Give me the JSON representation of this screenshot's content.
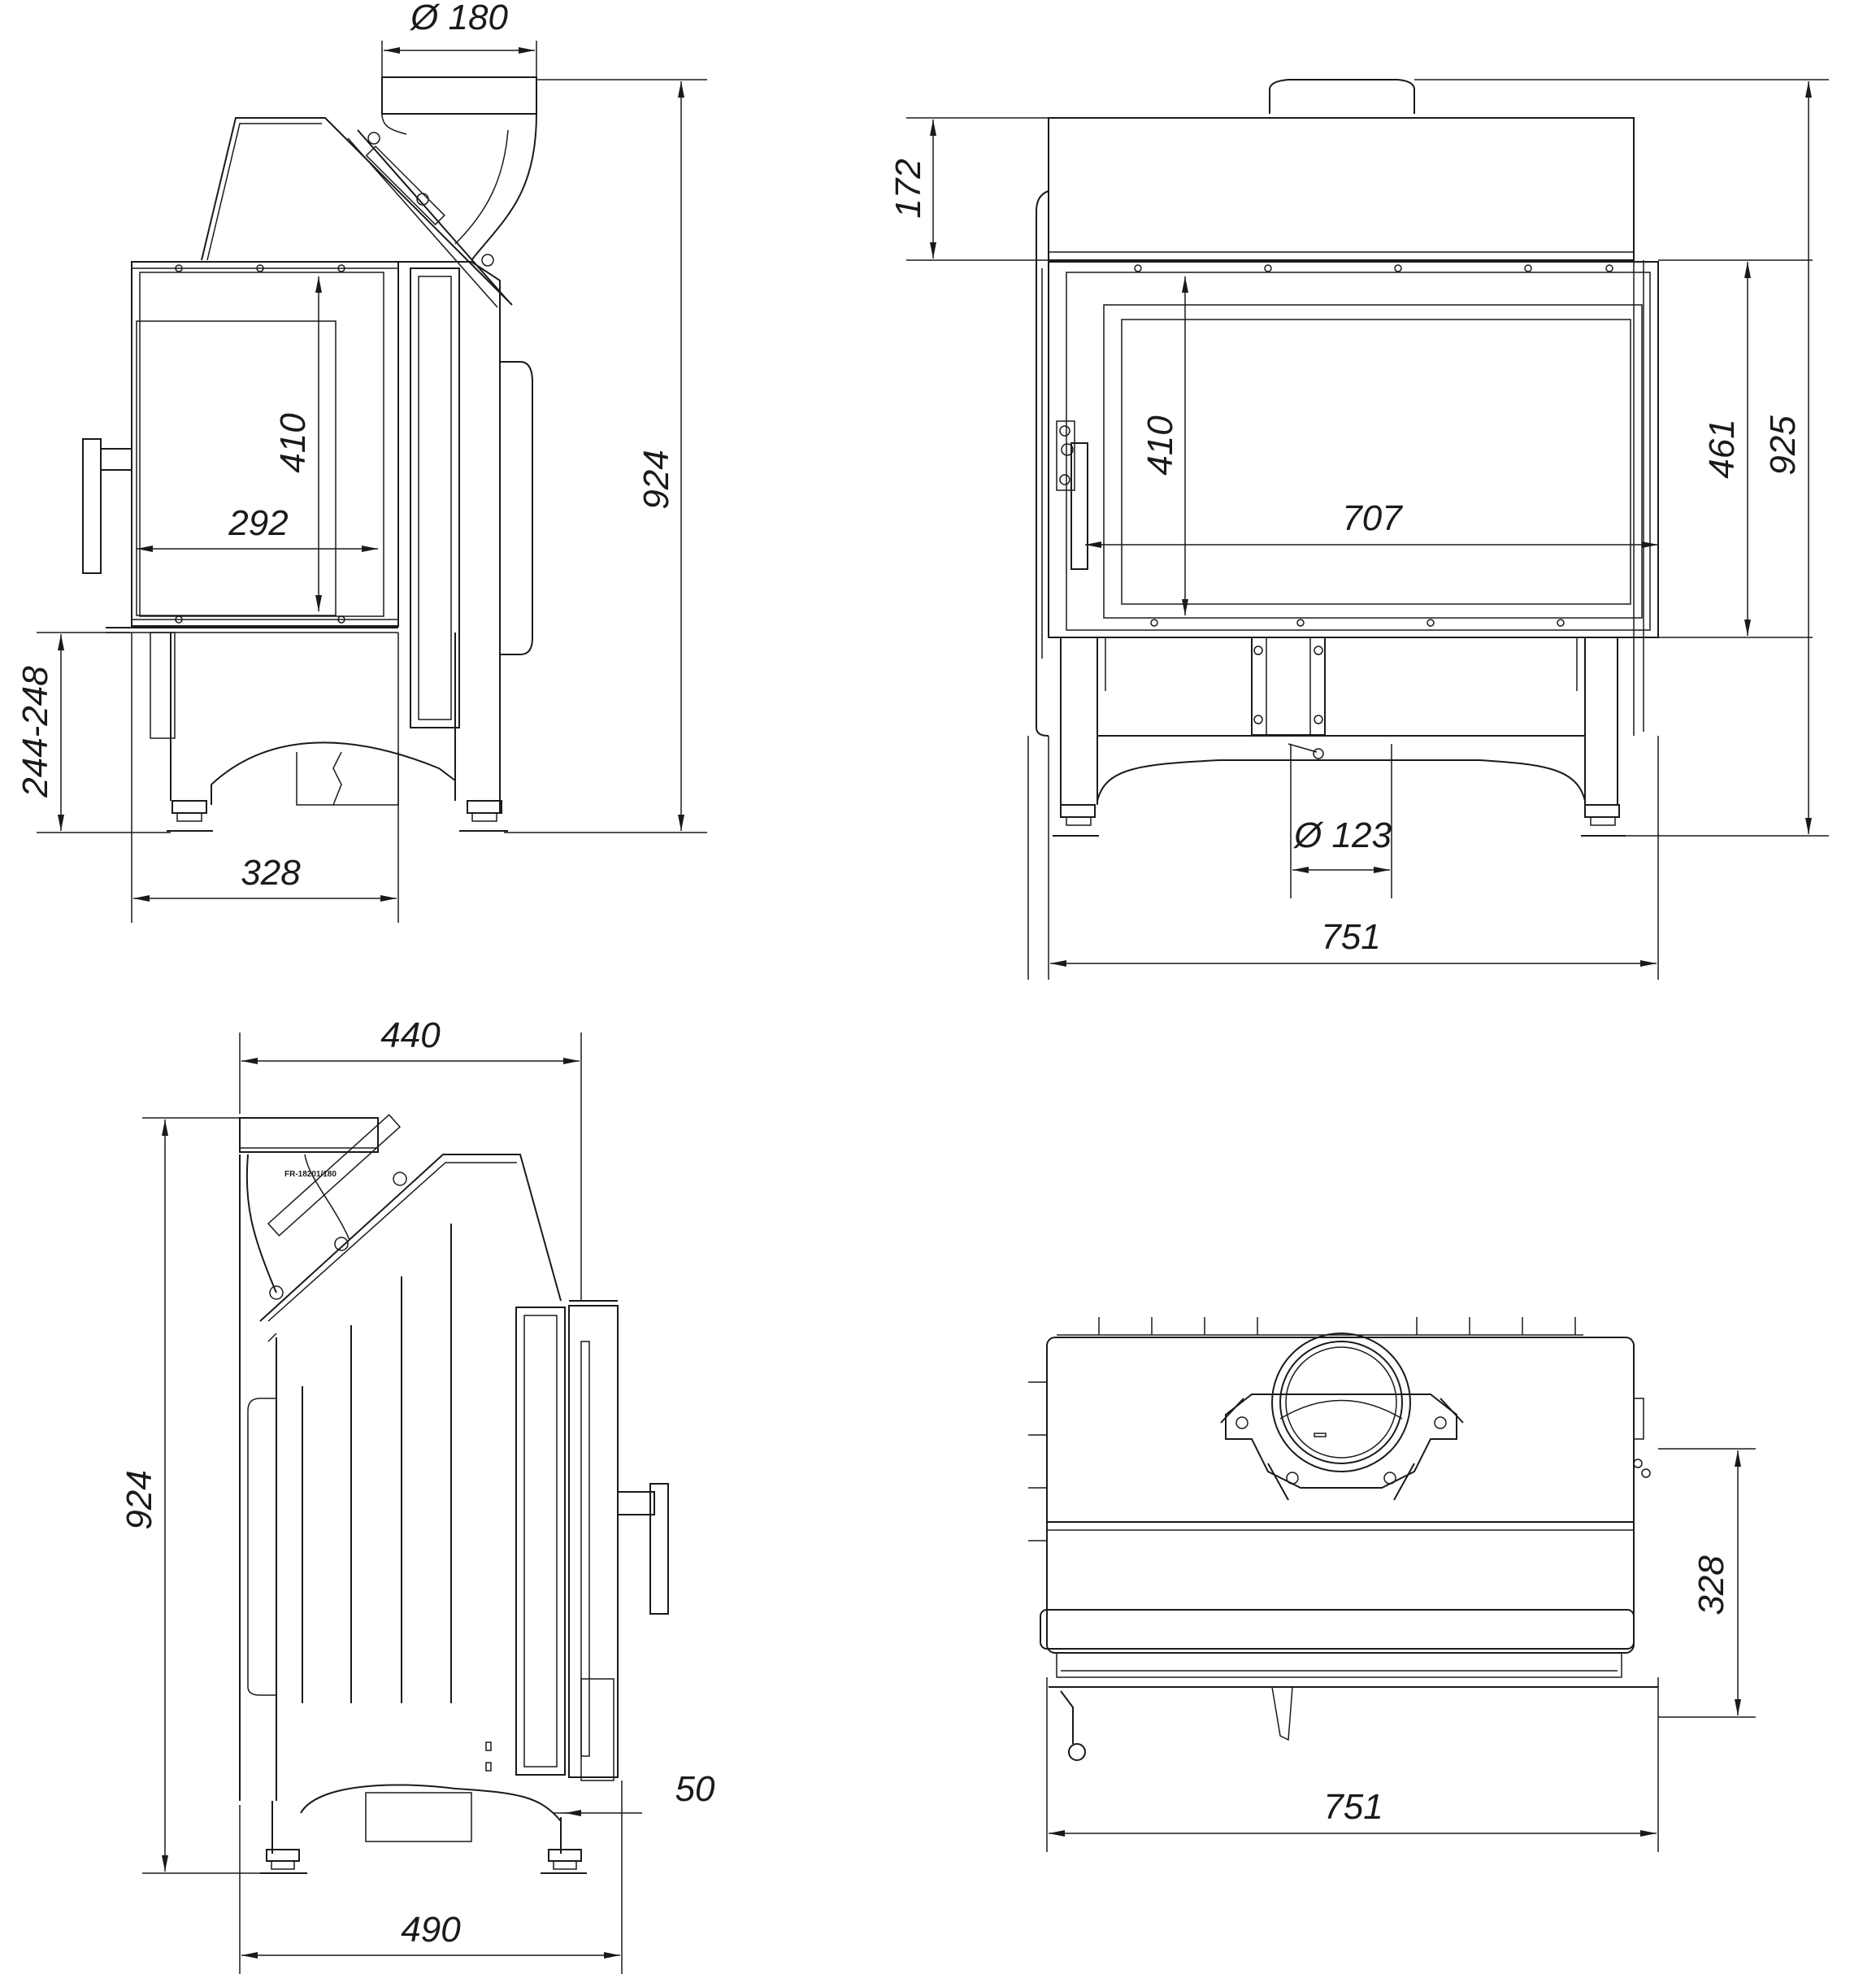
{
  "views": {
    "side_left": {
      "flue_diameter": "Ø 180",
      "height_total": "924",
      "glass_height": "410",
      "glass_width": "292",
      "leg_height": "244-248",
      "depth": "328"
    },
    "front": {
      "top_section": "172",
      "glass_height": "410",
      "glass_width": "707",
      "door_height": "461",
      "height_total": "925",
      "air_inlet_diameter": "Ø 123",
      "width": "751"
    },
    "side_right": {
      "top_depth": "440",
      "height_total": "924",
      "offset": "50",
      "depth_total": "490",
      "flue_marking": "FR-18201/180"
    },
    "top": {
      "depth": "328",
      "width": "751"
    }
  }
}
